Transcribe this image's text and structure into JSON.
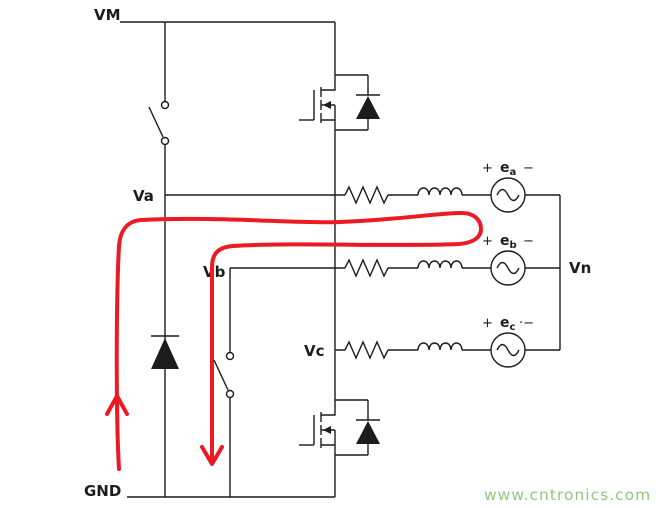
{
  "labels": {
    "vm": "VM",
    "gnd": "GND",
    "va": "Va",
    "vb": "Vb",
    "vc": "Vc",
    "vn": "Vn"
  },
  "sources": {
    "a": {
      "plus": "+",
      "name": "e",
      "sub": "a",
      "minus": "−"
    },
    "b": {
      "plus": "+",
      "name": "e",
      "sub": "b",
      "minus": "−"
    },
    "c": {
      "plus": "+",
      "name": "e",
      "sub": "c",
      "minus": "·−"
    }
  },
  "watermark": "www.cntronics.com",
  "colors": {
    "wire": "#1c1c1c",
    "annotation_red": "#ec1b23",
    "watermark_green": "#8fca7e",
    "background": "#ffffff"
  }
}
